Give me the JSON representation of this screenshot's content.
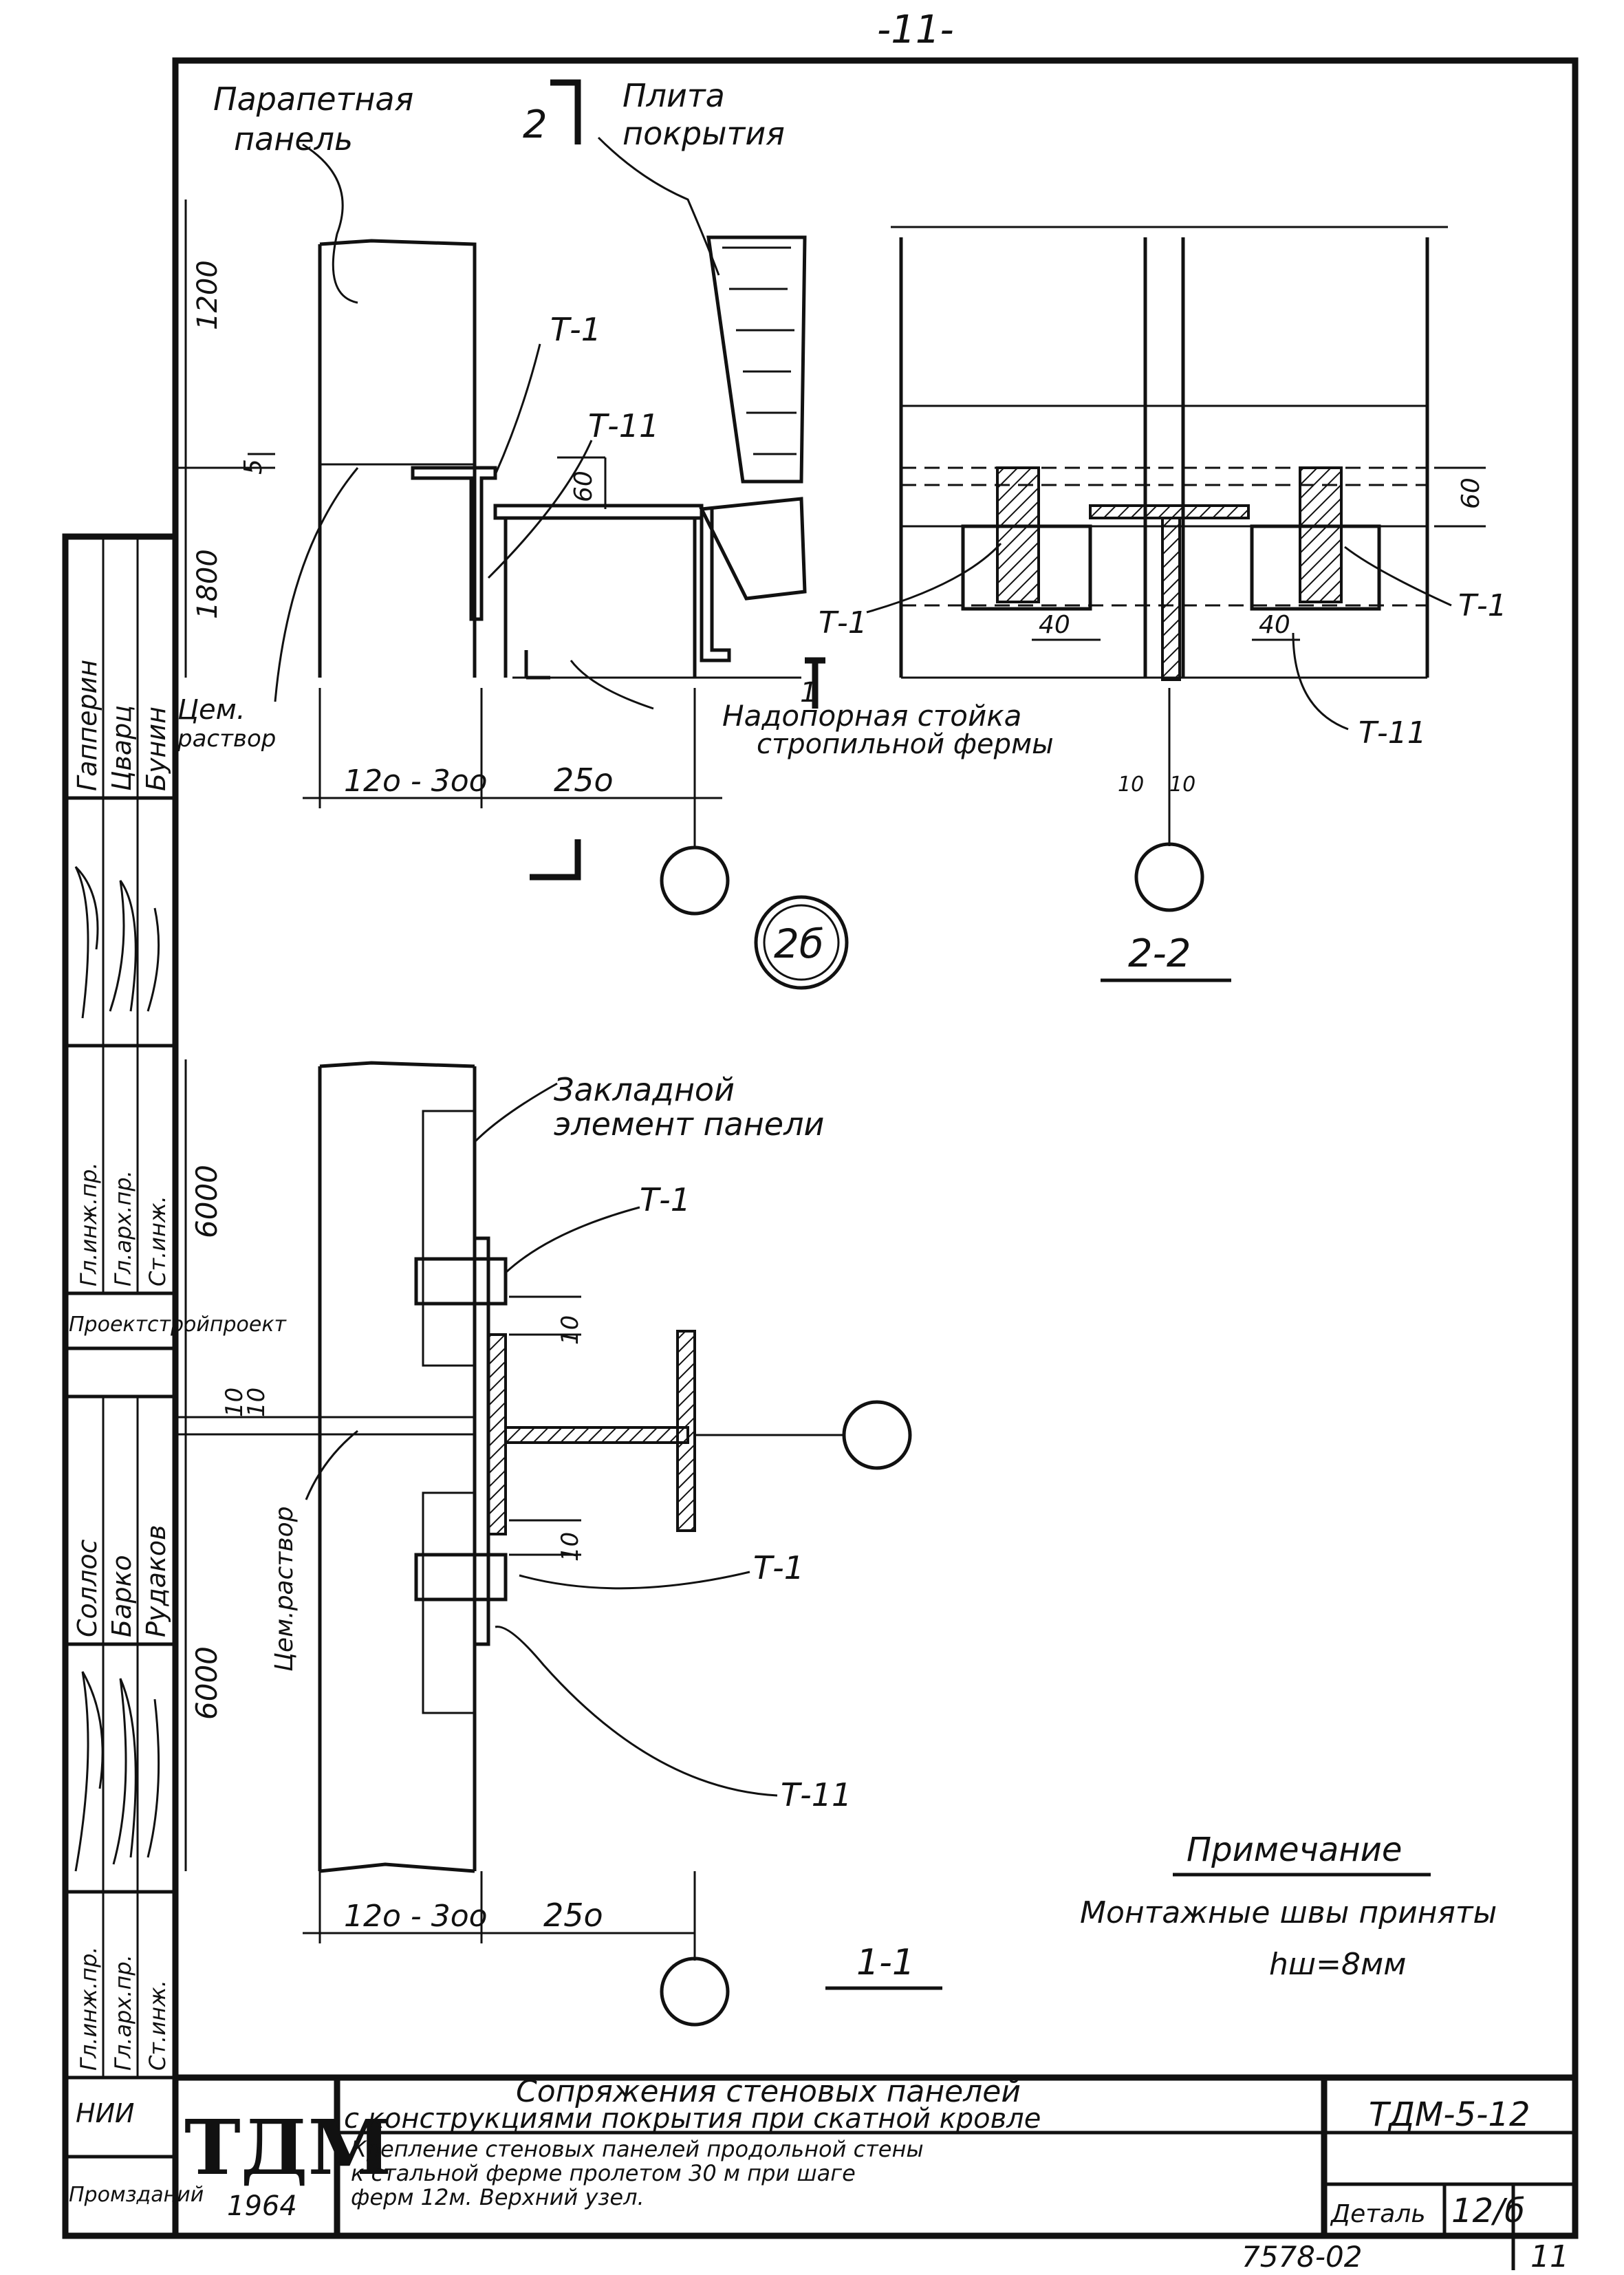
{
  "page_number": "-11-",
  "section_mark": "2",
  "labels": {
    "parapet_panel": [
      "Парапетная",
      "панель"
    ],
    "roof_slab": [
      "Плита",
      "покрытия"
    ],
    "t1": "Т-1",
    "t11": "Т-11",
    "cement_mortar": [
      "Цем.",
      "раствор"
    ],
    "support_post": [
      "Надопорная стойка",
      "стропильной фермы"
    ],
    "embedded_element": [
      "Закладной",
      "элемент панели"
    ],
    "cement_mortar_vertical": "Цем.раствор"
  },
  "dimensions": {
    "d1200": "1200",
    "d1800": "1800",
    "d5": "5",
    "d60": "60",
    "d120_300": "12о - 3оо",
    "d250": "25о",
    "d40": "40",
    "d10": "10",
    "d6000": "6000"
  },
  "views": {
    "detail_mark": "2б",
    "section_22": "2-2",
    "section_11": "1-1",
    "cut_mark": "1"
  },
  "note": {
    "title": "Примечание",
    "text": "Монтажные швы приняты",
    "weld": "hш=8мм"
  },
  "stamp": {
    "logo": "ТДМ",
    "year": "1964",
    "title_line1": "Сопряжения стеновых панелей",
    "title_line2": "с конструкциями покрытия при скатной кровле",
    "desc_line1": "Крепление стеновых панелей продольной стены",
    "desc_line2": "к стальной ферме пролетом 30 м при шаге",
    "desc_line3": "ферм 12м. Верхний узел.",
    "code": "ТДМ-5-12",
    "detail_label": "Деталь",
    "detail_num": "12/б",
    "archive_no": "7578-02",
    "sheet": "11"
  },
  "side_stamp": {
    "names_col1": [
      "Гл.инж.пр.",
      "Гл.арх.пр.",
      "Ст.инж."
    ],
    "names_col2": [
      "Гапперин",
      "Цварц",
      "Бунин"
    ],
    "org1": "Проектстройпроект",
    "names2_col1": [
      "Гл.инж.пр.",
      "Гл.арх.пр.",
      "Ст.инж."
    ],
    "names2_col2": [
      "Соллос",
      "Барко",
      "Рудаков"
    ],
    "org2": "НИИ",
    "org3": "Промзданий"
  }
}
